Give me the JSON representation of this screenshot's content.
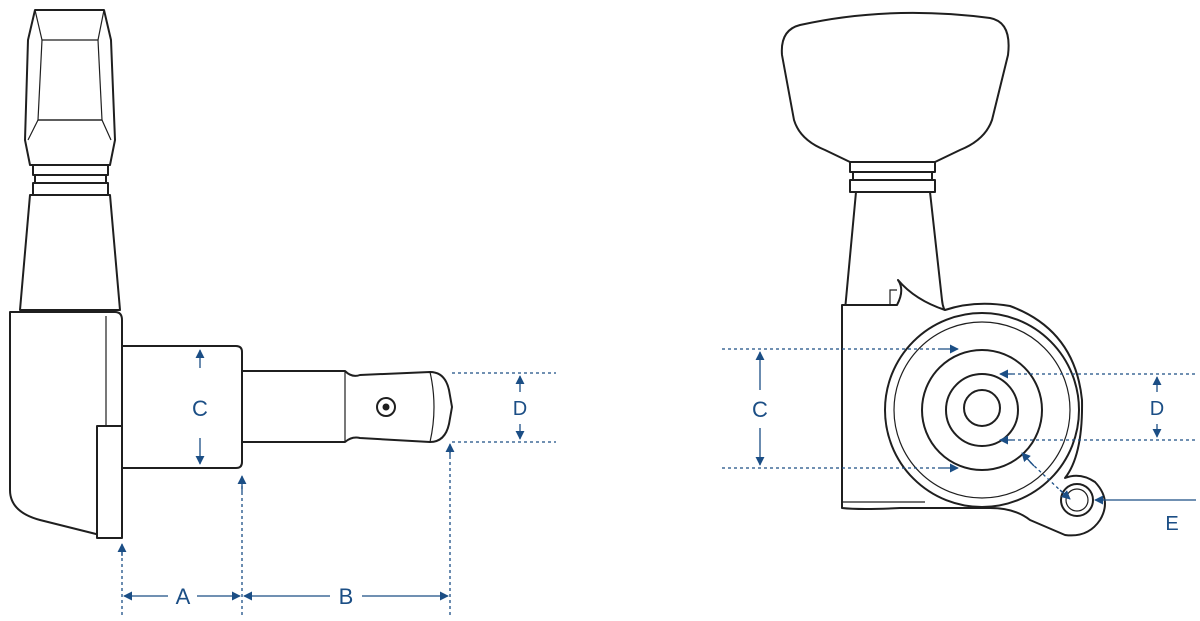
{
  "colors": {
    "dimension": "#1b4e85",
    "outline": "#1f1f1f",
    "background": "#ffffff"
  },
  "side_view": {
    "labels": {
      "a": "A",
      "b": "B",
      "c": "C",
      "d": "D"
    }
  },
  "front_view": {
    "labels": {
      "c": "C",
      "d": "D",
      "e": "E"
    }
  }
}
